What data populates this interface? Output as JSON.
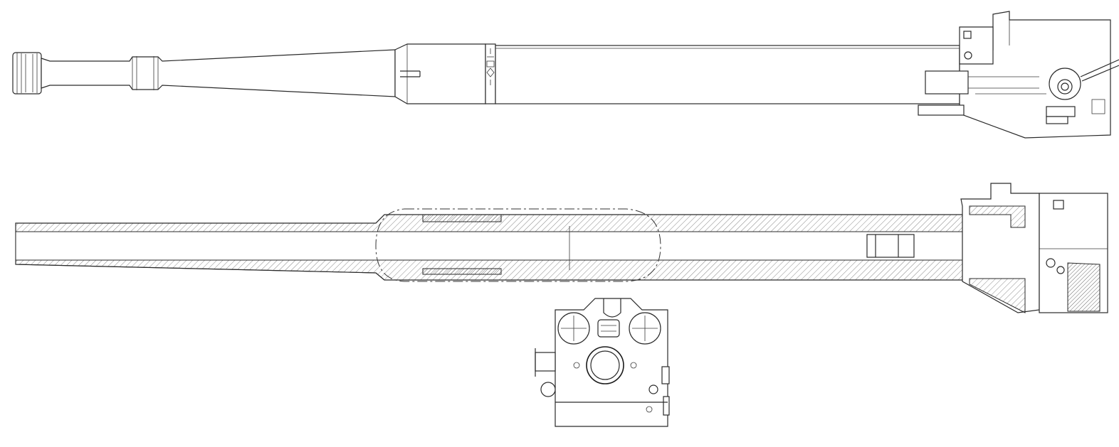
{
  "drawing": {
    "views": [
      {
        "id": "side-elevation",
        "kind": "external"
      },
      {
        "id": "longitudinal-section",
        "kind": "cutaway"
      },
      {
        "id": "breech-rear-view",
        "kind": "end-view"
      }
    ],
    "line_color": "#2a2a2a",
    "background": "#ffffff",
    "hatch_color": "#555555"
  }
}
